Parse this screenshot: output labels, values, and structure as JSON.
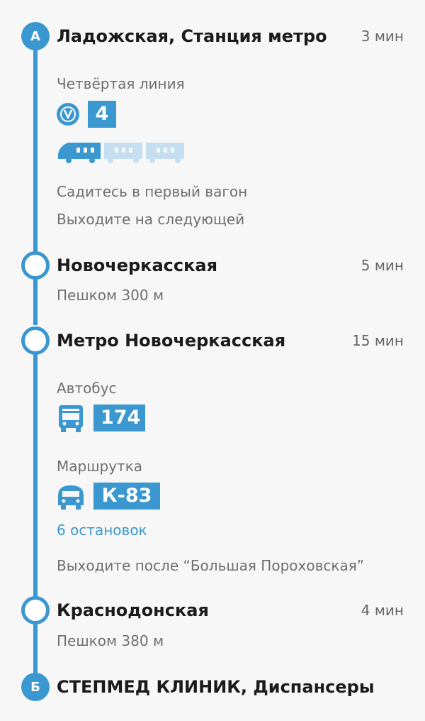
{
  "accent_color": "#3b97cf",
  "stops": [
    {
      "marker": "A",
      "name": "Ладожская, Станция метро",
      "time": "3 мин"
    },
    {
      "name": "Новочеркасская",
      "time": "5 мин"
    },
    {
      "name": "Метро Новочеркасская",
      "time": "15 мин"
    },
    {
      "name": "Краснодонская",
      "time": "4 мин"
    },
    {
      "marker": "Б",
      "name": "СТЕПМЕД КЛИНИК, Диспансеры"
    }
  ],
  "metro_leg": {
    "line_name": "Четвёртая линия",
    "line_number": "4",
    "icon": "metro-icon",
    "train_icon": "train-icon",
    "boarding_hint": "Садитесь в первый вагон",
    "exit_hint": "Выходите на следующей"
  },
  "walk_1": {
    "text": "Пешком 300 м"
  },
  "transit_leg": {
    "bus": {
      "type": "Автобус",
      "number": "174",
      "icon": "bus-icon"
    },
    "minibus": {
      "type": "Маршрутка",
      "number": "К-83",
      "icon": "minibus-icon"
    },
    "stops_count": "6 остановок",
    "exit_hint": "Выходите после “Большая Пороховская”"
  },
  "walk_2": {
    "text": "Пешком 380 м"
  }
}
